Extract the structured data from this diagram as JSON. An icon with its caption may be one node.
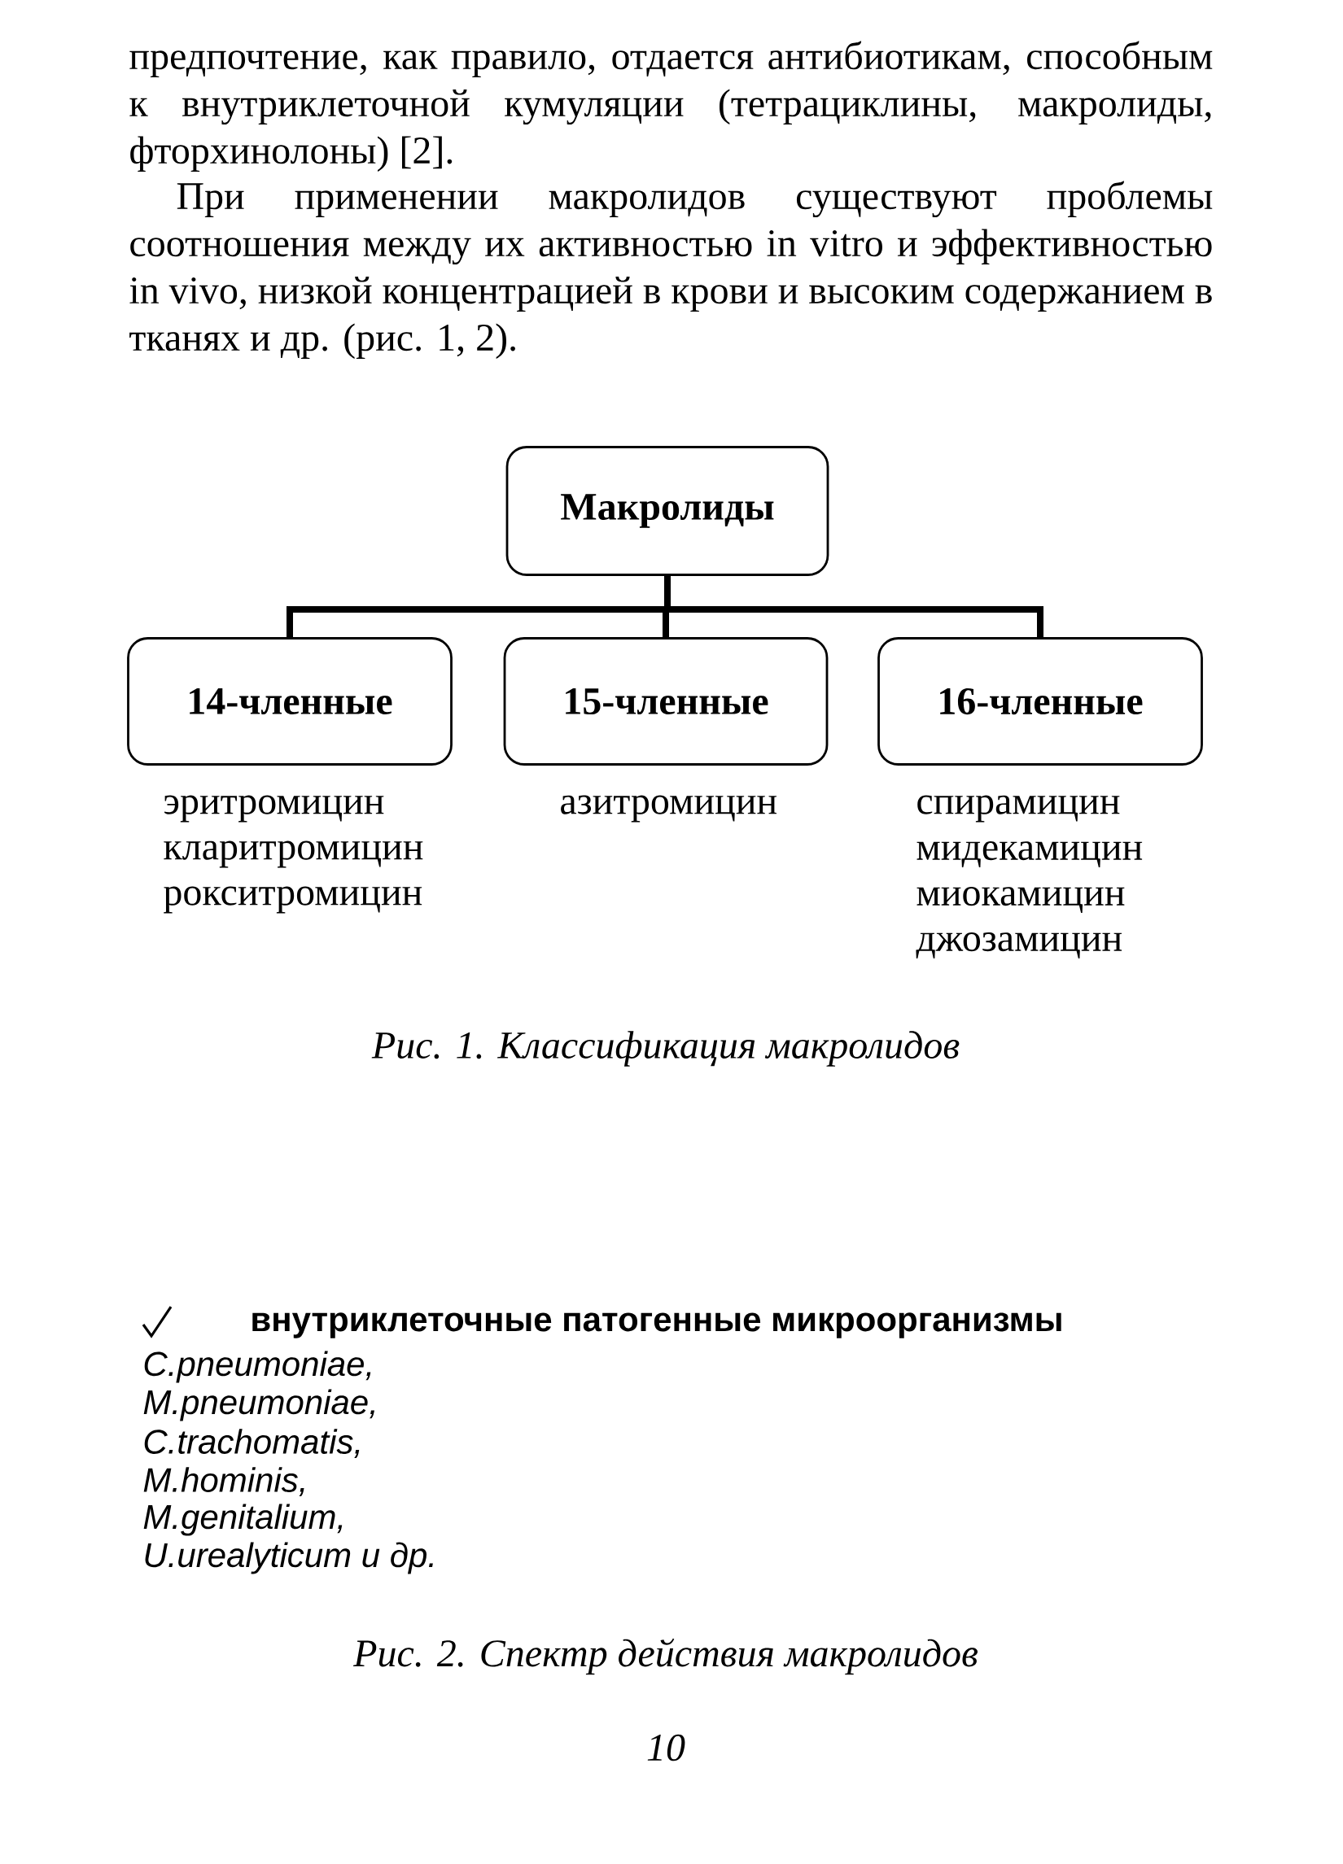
{
  "diagram": {
    "nodes": [
      {
        "text": [
          "Макролиды"
        ]
      },
      {
        "text": [
          "14-членные"
        ],
        "beside": [
          "эритромицин",
          "кларитромицин",
          "рокситромицин"
        ]
      },
      {
        "text": [
          "15-членные"
        ],
        "beside": [
          "азитромицин"
        ]
      },
      {
        "text": [
          "16-членные"
        ],
        "beside": [
          "спирамицин",
          "мидекамицин",
          "миокамицин",
          "джозамицин"
        ]
      }
    ],
    "edges": [
      {
        "from": 0,
        "to": 1,
        "arrow": "none"
      },
      {
        "from": 0,
        "to": 2,
        "arrow": "none"
      },
      {
        "from": 0,
        "to": 3,
        "arrow": "none"
      }
    ],
    "labels": [
      "предпочтение, как правило, отдается антибиотикам, способным к внутриклеточной кумуляции (тетрациклины, макролиды, фторхинолоны) [2].",
      "При применении макролидов существуют проблемы соотношения между их активностью in vitro и эффективностью in vivo, низкой концентрацией в крови и высоким содержанием в тканях и др. (рис. 1, 2).",
      "Рис. 1. Классификация макролидов",
      "внутриклеточные патогенные микроорганизмы",
      "C.pneumoniae,",
      "M.pneumoniae,",
      "C.trachomatis,",
      "M.hominis,",
      "M.genitalium,",
      "U.urealyticum и др.",
      "Рис. 2. Спектр действия макролидов",
      "10"
    ]
  }
}
